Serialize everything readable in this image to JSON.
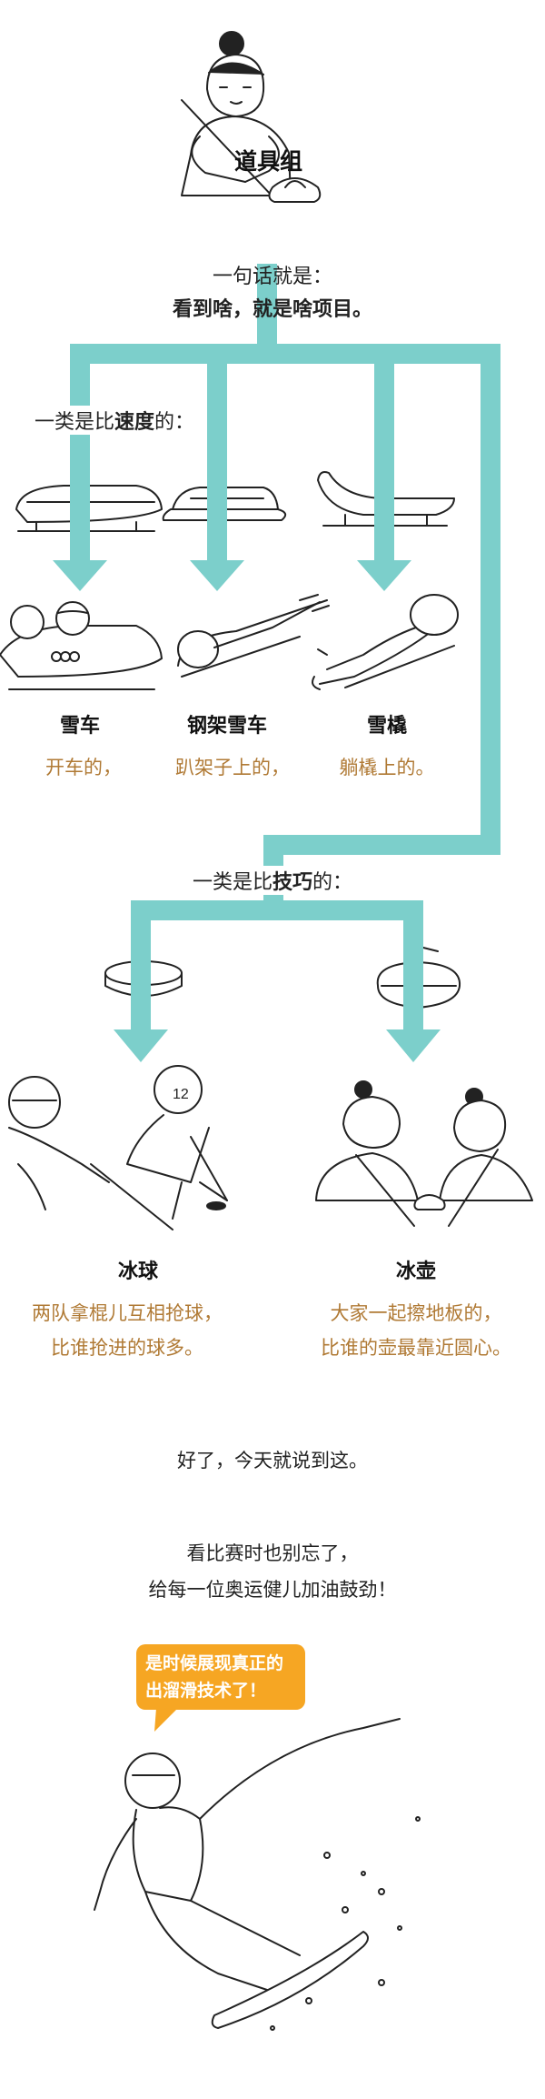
{
  "header": {
    "title": "道具组",
    "lead1": "一句话就是：",
    "lead2": "看到啥，就是啥项目。"
  },
  "speed": {
    "label_prefix": "一类是比",
    "label_bold": "速度",
    "label_suffix": "的：",
    "items": [
      {
        "name": "雪车",
        "desc": "开车的，"
      },
      {
        "name": "钢架雪车",
        "desc": "趴架子上的，"
      },
      {
        "name": "雪橇",
        "desc": "躺橇上的。"
      }
    ]
  },
  "skill": {
    "label_prefix": "一类是比",
    "label_bold": "技巧",
    "label_suffix": "的：",
    "items": [
      {
        "name": "冰球",
        "desc1": "两队拿棍儿互相抢球，",
        "desc2": "比谁抢进的球多。"
      },
      {
        "name": "冰壶",
        "desc1": "大家一起擦地板的，",
        "desc2": "比谁的壶最靠近圆心。"
      }
    ]
  },
  "closing": {
    "line1": "好了，今天就说到这。",
    "line2": "看比赛时也别忘了，",
    "line3": "给每一位奥运健儿加油鼓劲！"
  },
  "bubble": {
    "line1": "是时候展现真正的",
    "line2": "出溜滑技术了！"
  },
  "colors": {
    "flow": "#7ccfcb",
    "accent_text": "#b07a35",
    "bubble": "#f6a623"
  }
}
